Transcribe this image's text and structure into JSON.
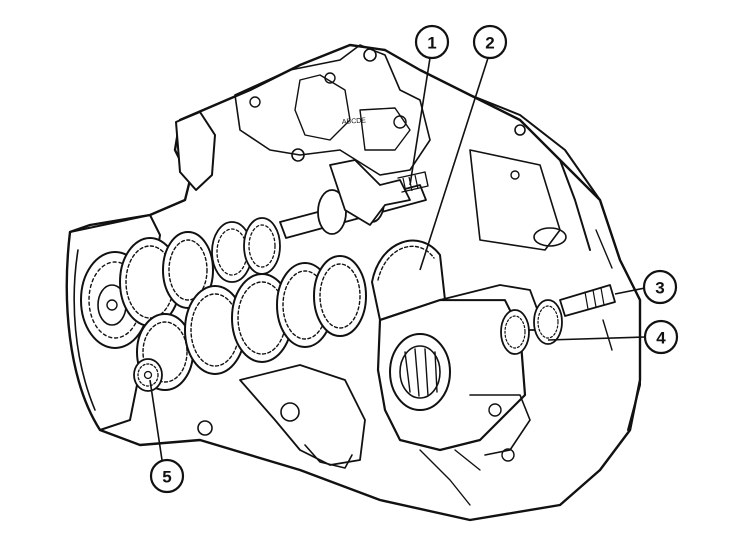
{
  "callouts": [
    {
      "id": "1",
      "label": "1"
    },
    {
      "id": "2",
      "label": "2"
    },
    {
      "id": "3",
      "label": "3"
    },
    {
      "id": "4",
      "label": "4"
    },
    {
      "id": "5",
      "label": "5"
    }
  ],
  "casing_stamp": "ABCDE",
  "colors": {
    "ink": "#111111",
    "background": "#ffffff"
  }
}
